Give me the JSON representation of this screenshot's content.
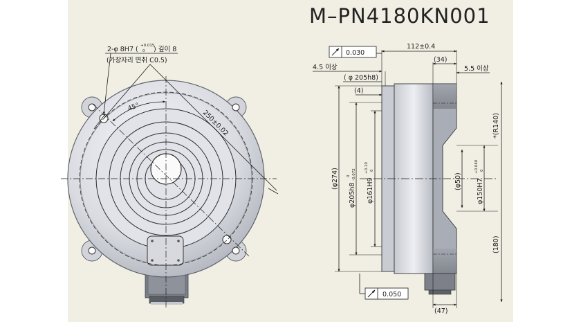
{
  "title": "M–PN4180KN001",
  "front_view": {
    "hole_spec_prefix": "2-φ 8H7 (",
    "hole_spec_tol_top": "+0.015",
    "hole_spec_tol_bottom": "0",
    "hole_spec_suffix": ") 깊이 8",
    "chamfer_note": "(가장자리 면취 C0.5)",
    "angle": "45°",
    "pcd": "250±0.02"
  },
  "side_view": {
    "runout_top": "0.030",
    "runout_bottom": "0.050",
    "length_total": "112±0.4",
    "length_34": "(34)",
    "min_left": "4.5 이상",
    "min_right": "5.5 이상",
    "dia_205_top": "( φ 205h8)",
    "len_4": "(4)",
    "r140": "*(R140)",
    "dia_274": "(φ274)",
    "dia_205_main": "φ205h8",
    "dia_205_tol_top": "0",
    "dia_205_tol_bottom": "-0.072",
    "dia_161_main": "φ161H9",
    "dia_161_tol_top": "+0.10",
    "dia_161_tol_bottom": "0",
    "dia_50": "(φ50)",
    "dia_150_main": "φ150H7",
    "dia_150_tol_top": "+0.040",
    "dia_150_tol_bottom": "0",
    "len_180": "(180)",
    "len_47": "(47)"
  },
  "colors": {
    "panel": "#f1efe4",
    "metal_light": "#e4e6ec",
    "metal_mid": "#b7bac3",
    "metal_dark": "#6d7179",
    "line": "#1a1a1a"
  }
}
